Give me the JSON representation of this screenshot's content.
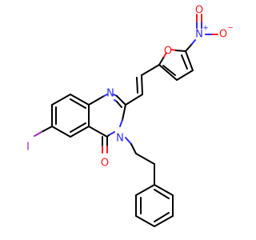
{
  "molecule": {
    "atom_labels": {
      "N1": "N",
      "N3": "N",
      "O_ring": "O",
      "O_carbonyl": "O",
      "I": "I",
      "N_nitro": "N",
      "O_nitro_top": "O",
      "O_nitro_right": "O"
    },
    "charges": {
      "N_nitro": "+",
      "O_nitro_right": "−"
    },
    "colors": {
      "carbon": "#000000",
      "nitrogen": "#2b2bff",
      "oxygen": "#ff1a1a",
      "iodine": "#9b2bb5"
    }
  }
}
